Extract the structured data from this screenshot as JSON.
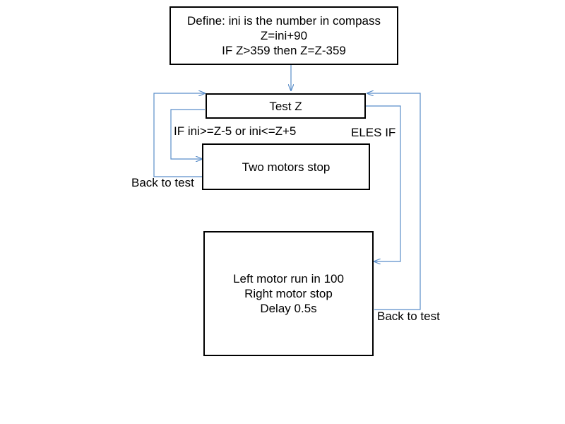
{
  "boxes": {
    "define": {
      "line1": "Define: ini is the number in compass",
      "line2": "Z=ini+90",
      "line3": "IF Z>359 then Z=Z-359"
    },
    "test": {
      "label": "Test Z"
    },
    "stop": {
      "label": "Two motors stop"
    },
    "run": {
      "line1": "Left motor run in 100",
      "line2": "Right motor stop",
      "line3": "Delay 0.5s"
    }
  },
  "labels": {
    "if_condition": "IF ini>=Z-5 or ini<=Z+5",
    "else_if": "ELES IF",
    "back_to_test_left": "Back to test",
    "back_to_test_right": "Back to test"
  },
  "colors": {
    "box_border": "#000000",
    "connector": "#5b8ec9",
    "text": "#000000",
    "background": "#ffffff"
  }
}
